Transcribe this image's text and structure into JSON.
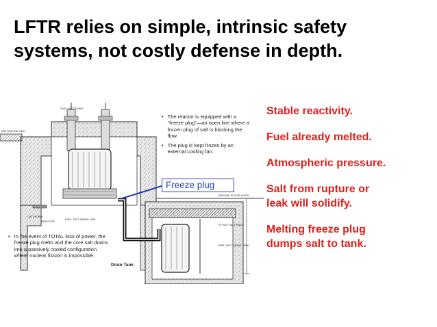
{
  "title": {
    "line1": "LFTR relies on simple, intrinsic safety",
    "line2": "systems, not costly defense in depth."
  },
  "diagram": {
    "bullets_right": [
      "The reactor is equipped with a “freeze plug”—an open line where a frozen plug of salt is blocking the flow.",
      "The plug is kept frozen by an external cooling fan."
    ],
    "bullet_left": "In the event of TOTAL loss of power, the freeze plug melts and the core salt drains into a passively cooled configuration where nuclear fission is impossible.",
    "freeze_plug_label": "Freeze plug",
    "drain_tank_label": "Drain Tank",
    "small_labels": {
      "fuel_salt_pump": "FUEL SALT PUMP",
      "ventilation": "VENTILATION CELL",
      "catch_pan": "CATCH PAN",
      "reactor": "REACTOR",
      "fuel_salt_drain": "FUEL SALT DRAIN LINE",
      "ground_floor": "GROUND FLOOR LEVEL",
      "to_hot_salt_rack": "TO HOT SALT RACK",
      "fuel_salt_drain_tank": "FUEL SALT DRAIN TANK"
    }
  },
  "points": [
    [
      "Stable reactivity."
    ],
    [
      "Fuel already melted."
    ],
    [
      "Atmospheric pressure."
    ],
    [
      "Salt from rupture or",
      "leak will solidify."
    ],
    [
      "Melting freeze plug",
      "dumps salt to tank."
    ]
  ],
  "colors": {
    "title": "#000000",
    "points": "#e0201b",
    "freeze_plug": "#1f3fb5"
  }
}
